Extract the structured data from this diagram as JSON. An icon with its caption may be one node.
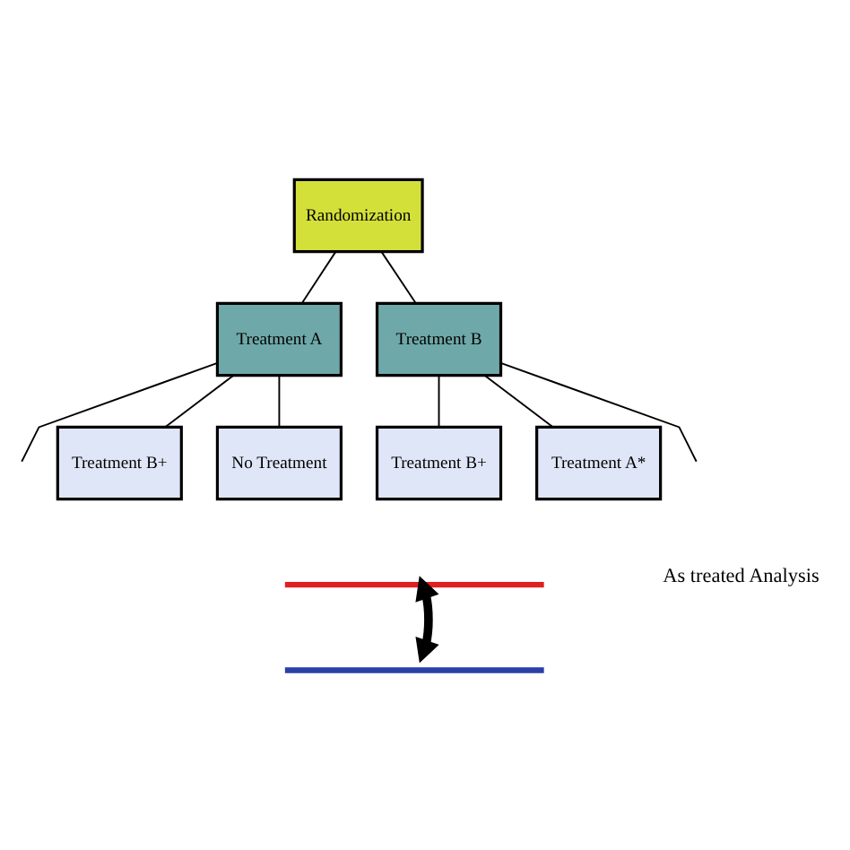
{
  "diagram": {
    "nodes": [
      {
        "text": [
          "Randomization"
        ]
      },
      {
        "text": [
          "Treatment A"
        ]
      },
      {
        "text": [
          "Treatment B"
        ]
      },
      {
        "text": [
          "Treatment B+"
        ]
      },
      {
        "text": [
          "No Treatment"
        ]
      },
      {
        "text": [
          "Treatment B+"
        ]
      },
      {
        "text": [
          "Treatment A*"
        ]
      },
      {
        "text": [],
        "shape": "bracket"
      },
      {
        "text": [],
        "shape": "bracket"
      }
    ],
    "edges": [
      {
        "from": 0,
        "to": 1,
        "arrow": "none"
      },
      {
        "from": 0,
        "to": 2,
        "arrow": "none"
      },
      {
        "from": 1,
        "to": null,
        "arrow": "none"
      },
      {
        "from": 1,
        "to": 3,
        "arrow": "none"
      },
      {
        "from": 1,
        "to": 4,
        "arrow": "none"
      },
      {
        "from": 2,
        "to": 5,
        "arrow": "none"
      },
      {
        "from": 2,
        "to": 6,
        "arrow": "none"
      },
      {
        "from": 2,
        "to": null,
        "arrow": "none"
      },
      {
        "from": 7,
        "to": 8,
        "arrow": "both",
        "style": "thick"
      }
    ],
    "labels": [
      "As treated Analysis"
    ]
  }
}
